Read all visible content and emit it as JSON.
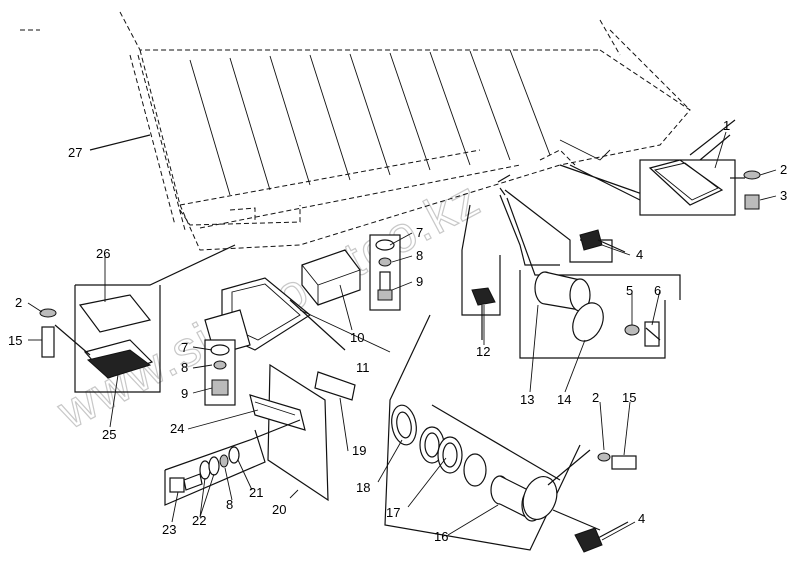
{
  "watermark": "www.sinnron-too.kz",
  "callouts": [
    {
      "id": "c1",
      "text": "1"
    },
    {
      "id": "c2a",
      "text": "2"
    },
    {
      "id": "c3",
      "text": "3"
    },
    {
      "id": "c4a",
      "text": "4"
    },
    {
      "id": "c5",
      "text": "5"
    },
    {
      "id": "c6",
      "text": "6"
    },
    {
      "id": "c7a",
      "text": "7"
    },
    {
      "id": "c8a",
      "text": "8"
    },
    {
      "id": "c9a",
      "text": "9"
    },
    {
      "id": "c10",
      "text": "10"
    },
    {
      "id": "c11",
      "text": "11"
    },
    {
      "id": "c12",
      "text": "12"
    },
    {
      "id": "c13",
      "text": "13"
    },
    {
      "id": "c14",
      "text": "14"
    },
    {
      "id": "c2b",
      "text": "2"
    },
    {
      "id": "c15a",
      "text": "15"
    },
    {
      "id": "c26",
      "text": "26"
    },
    {
      "id": "c27",
      "text": "27"
    },
    {
      "id": "c2c",
      "text": "2"
    },
    {
      "id": "c15b",
      "text": "15"
    },
    {
      "id": "c25",
      "text": "25"
    },
    {
      "id": "c7b",
      "text": "7"
    },
    {
      "id": "c8b",
      "text": "8"
    },
    {
      "id": "c9b",
      "text": "9"
    },
    {
      "id": "c24",
      "text": "24"
    },
    {
      "id": "c19",
      "text": "19"
    },
    {
      "id": "c18",
      "text": "18"
    },
    {
      "id": "c17",
      "text": "17"
    },
    {
      "id": "c16",
      "text": "16"
    },
    {
      "id": "c4b",
      "text": "4"
    },
    {
      "id": "c20",
      "text": "20"
    },
    {
      "id": "c21",
      "text": "21"
    },
    {
      "id": "c22",
      "text": "22"
    },
    {
      "id": "c8c",
      "text": "8"
    },
    {
      "id": "c23",
      "text": "23"
    }
  ]
}
